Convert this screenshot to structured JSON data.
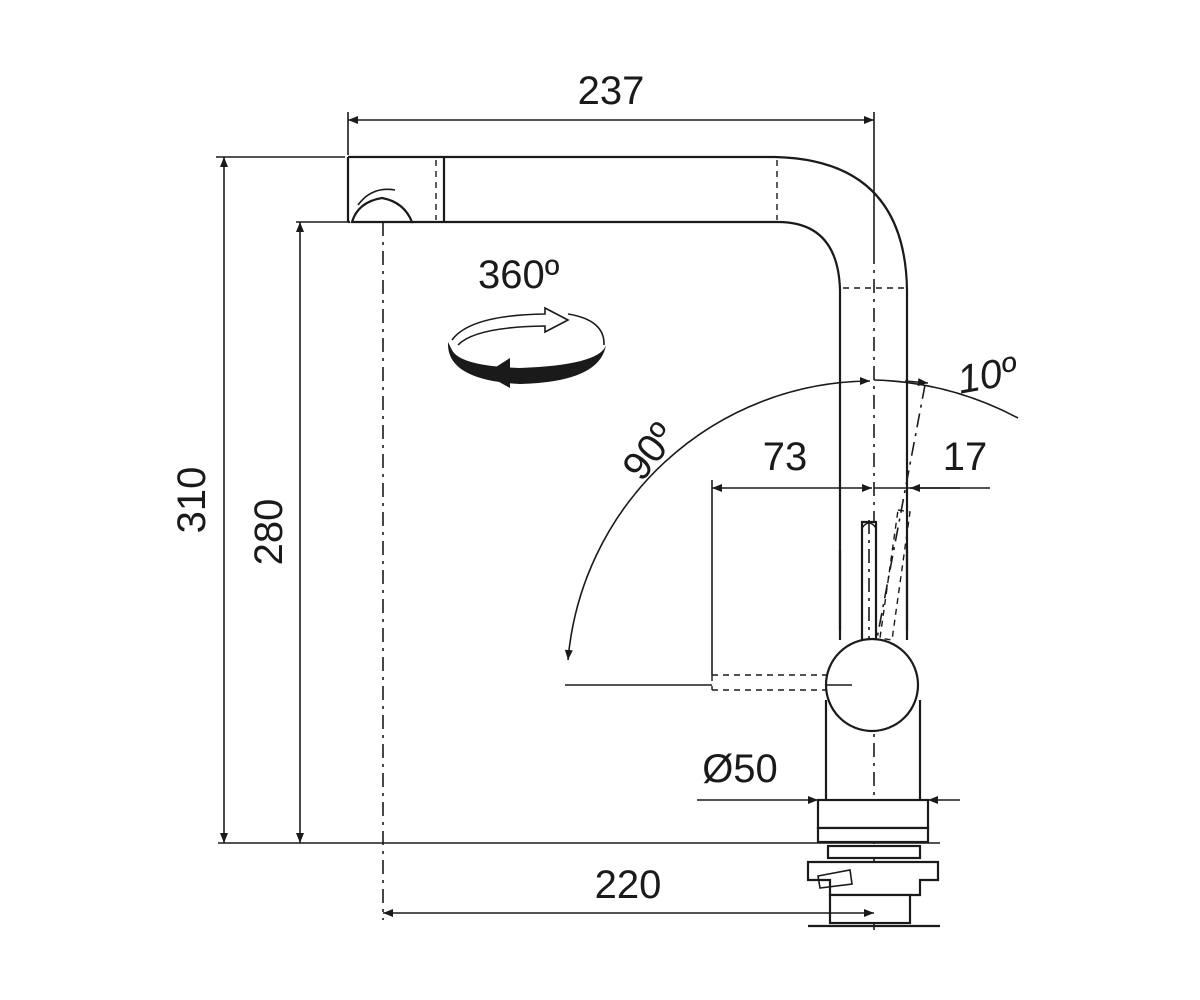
{
  "drawing": {
    "dimensions": {
      "overall_reach": "237",
      "overall_height": "310",
      "spout_height": "280",
      "base_to_spout": "220",
      "lever_offset": "73",
      "lever_depth": "17",
      "base_diameter": "Ø50"
    },
    "angles": {
      "spout_rotation": "360º",
      "lever_swing": "90º",
      "lever_tilt": "10º"
    },
    "colors": {
      "line": "#1a1a1a",
      "background": "#ffffff"
    }
  }
}
